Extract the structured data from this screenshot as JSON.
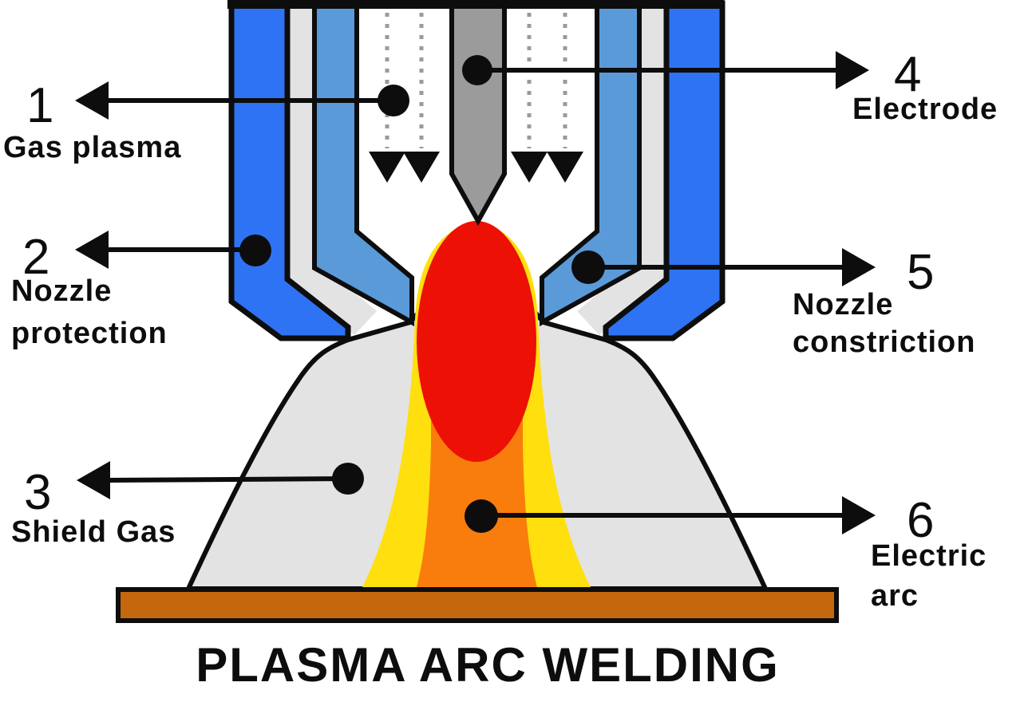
{
  "title": "PLASMA ARC WELDING",
  "diagram_type": "plasma arc welding torch cross-section",
  "callouts": {
    "gas_plasma": {
      "number": "1",
      "lines": [
        "Gas plasma"
      ]
    },
    "nozzle_protection": {
      "number": "2",
      "lines": [
        "Nozzle",
        "protection"
      ]
    },
    "shield_gas": {
      "number": "3",
      "lines": [
        "Shield Gas"
      ]
    },
    "electrode": {
      "number": "4",
      "lines": [
        "Electrode"
      ]
    },
    "nozzle_constriction": {
      "number": "5",
      "lines": [
        "Nozzle",
        "constriction"
      ]
    },
    "electric_arc": {
      "number": "6",
      "lines": [
        "Electric",
        "arc"
      ]
    }
  },
  "colors": {
    "outer_shell_blue": "#2e73f3",
    "inner_nozzle_blue": "#5b9ad9",
    "body_gray": "#e3e3e3",
    "electrode_gray": "#9b9b9b",
    "plasma_red": "#ec1005",
    "arc_orange": "#f97d0c",
    "flame_yellow": "#ffdf0e",
    "workpiece_brown": "#c4680e",
    "outline_black": "#0d0d0d",
    "flow_dots_gray": "#9a9a9a",
    "background": "#ffffff"
  }
}
